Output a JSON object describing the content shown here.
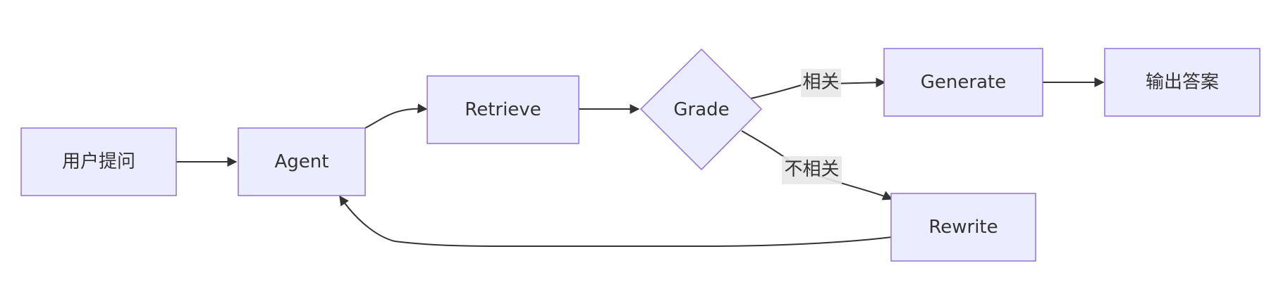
{
  "nodes": {
    "user_question": "用户提问",
    "agent": "Agent",
    "retrieve": "Retrieve",
    "grade": "Grade",
    "generate": "Generate",
    "output_answer": "输出答案",
    "rewrite": "Rewrite"
  },
  "edges": {
    "relevant": "相关",
    "not_relevant": "不相关"
  },
  "colors": {
    "node_fill": "#ECECFF",
    "node_stroke": "#9370DB",
    "edge": "#333333",
    "label_bg": "#E8E8E8"
  }
}
